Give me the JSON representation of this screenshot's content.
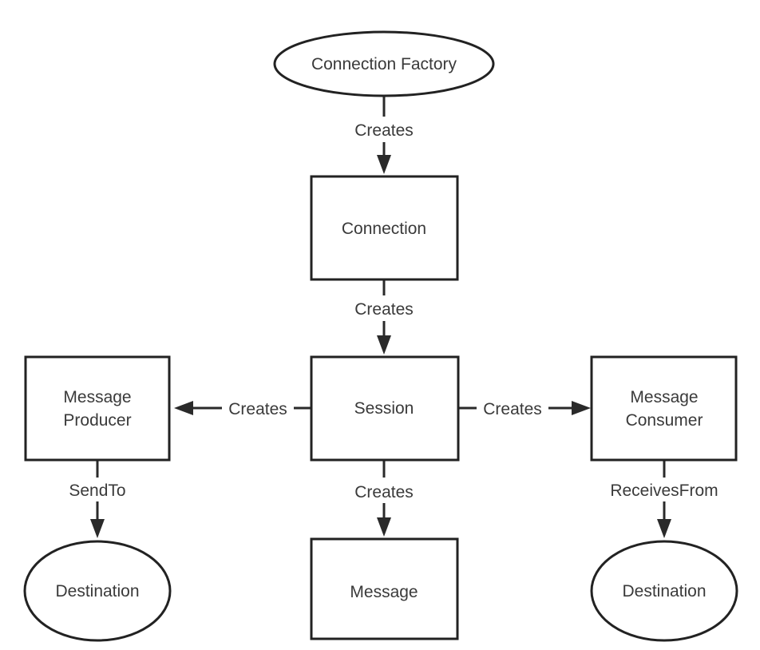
{
  "nodes": {
    "connection_factory": "Connection Factory",
    "connection": "Connection",
    "session": "Session",
    "message_producer": [
      "Message",
      "Producer"
    ],
    "message_consumer": [
      "Message",
      "Consumer"
    ],
    "message": "Message",
    "destination_left": "Destination",
    "destination_right": "Destination"
  },
  "edges": {
    "factory_to_connection": "Creates",
    "connection_to_session": "Creates",
    "session_to_producer": "Creates",
    "session_to_consumer": "Creates",
    "session_to_message": "Creates",
    "producer_to_destination": "SendTo",
    "consumer_to_destination": "ReceivesFrom"
  }
}
